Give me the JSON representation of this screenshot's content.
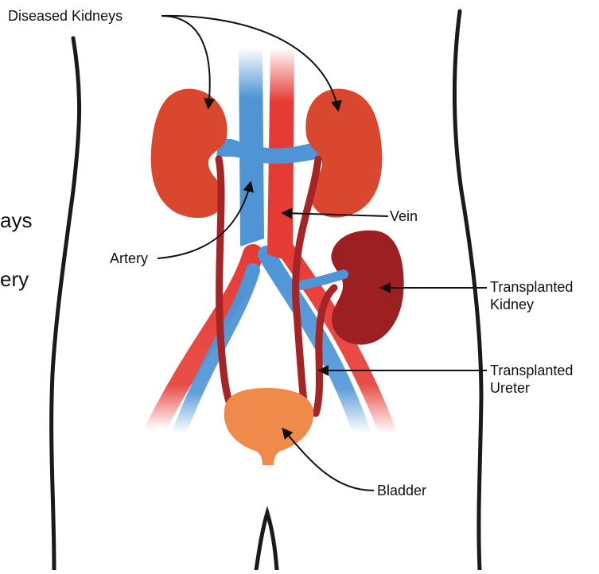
{
  "labels": {
    "diseased_kidneys": "Diseased Kidneys",
    "vein": "Vein",
    "artery": "Artery",
    "transplanted_kidney_line1": "Transplanted",
    "transplanted_kidney_line2": "Kidney",
    "transplanted_ureter_line1": "Transplanted",
    "transplanted_ureter_line2": "Ureter",
    "bladder": "Bladder"
  },
  "cropped_text": {
    "line1": "ays",
    "line2": "ery"
  },
  "colors": {
    "artery": "#e63b35",
    "vein": "#4f95d6",
    "kidney": "#d9472f",
    "transplanted_kidney": "#9c1f22",
    "ureter": "#a52425",
    "bladder": "#f08a4b",
    "outline": "#1a1a1a"
  }
}
